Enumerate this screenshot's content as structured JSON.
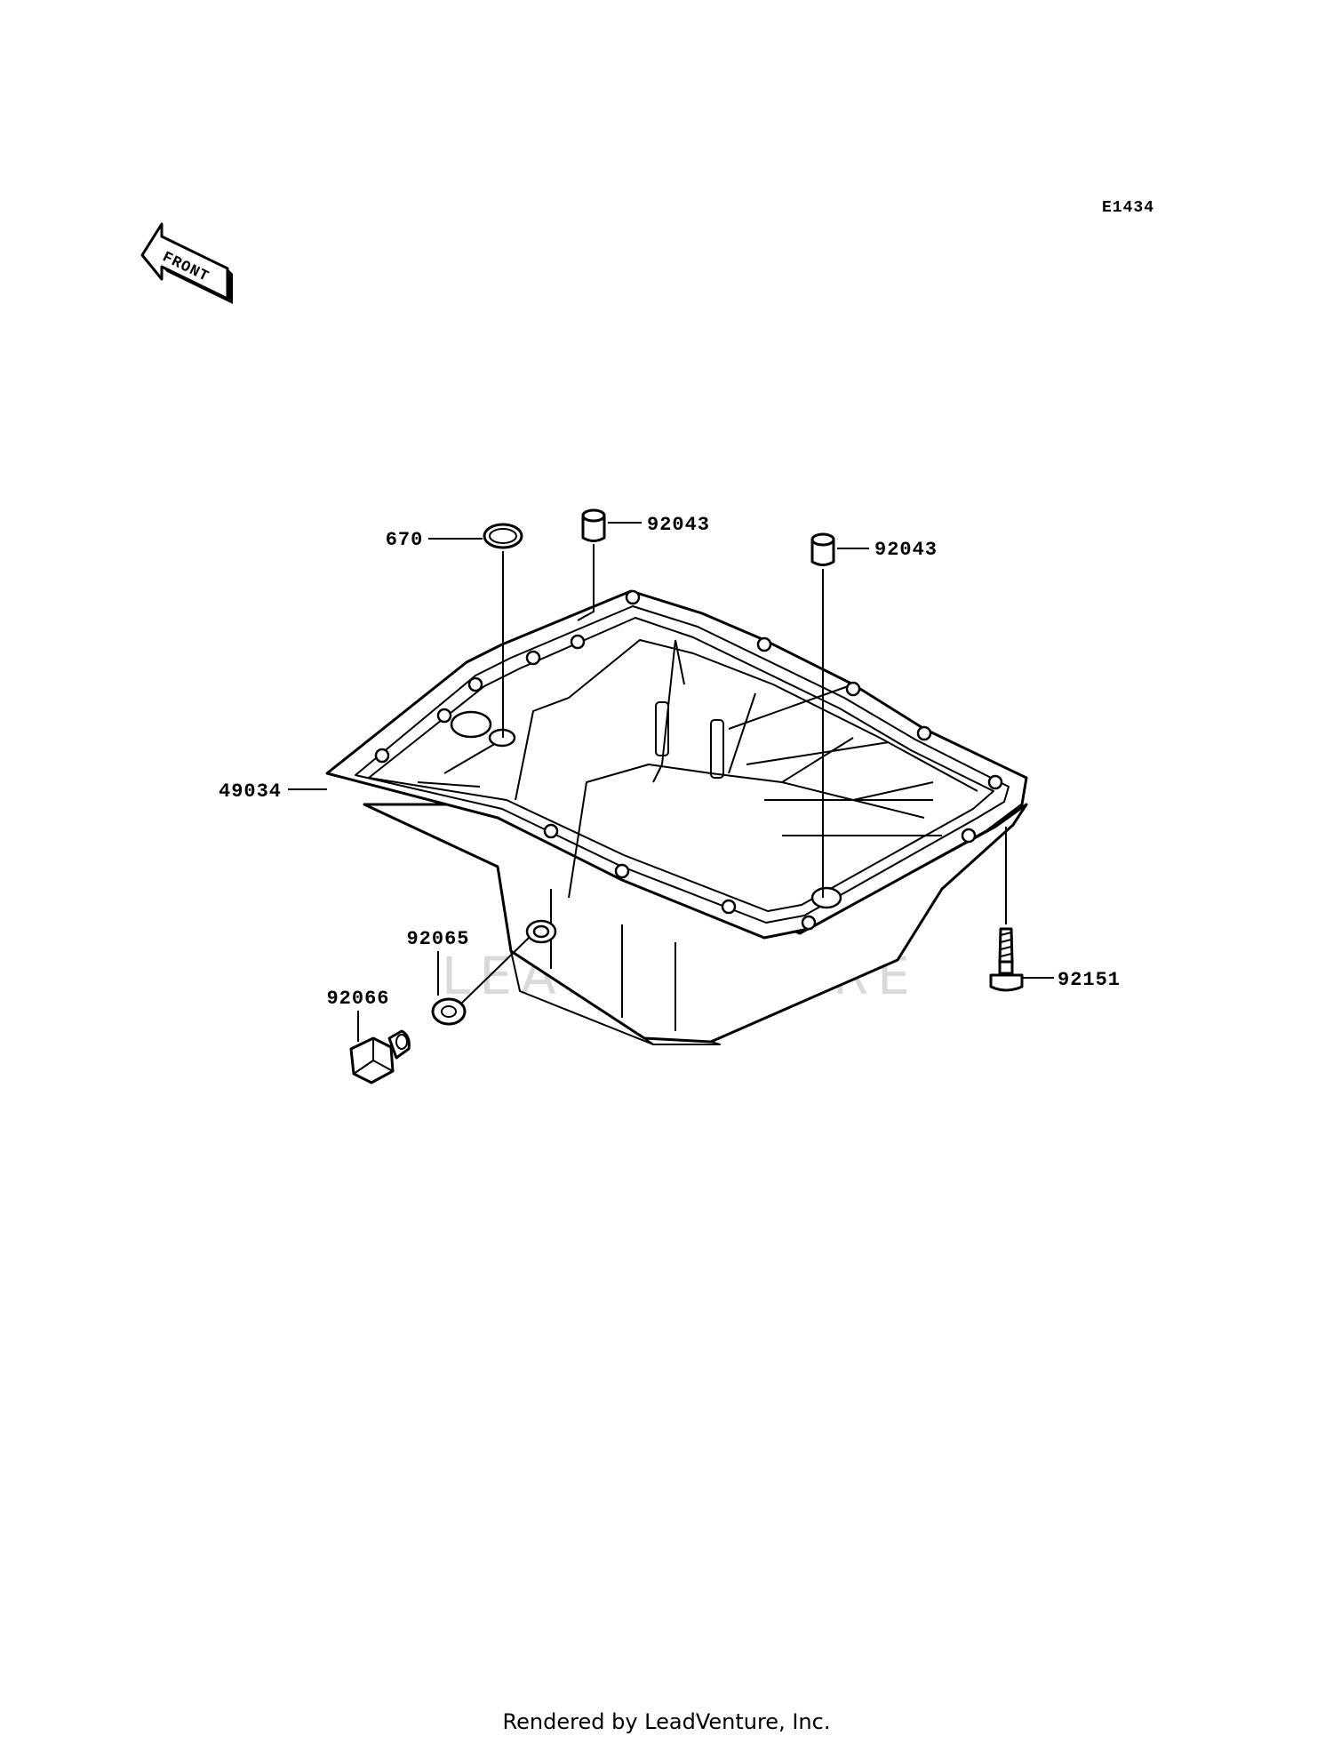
{
  "diagram_id": "E1434",
  "direction_label": "FRONT",
  "watermark": "LEADVENTURE",
  "footer": "Rendered by LeadVenture, Inc.",
  "callouts": {
    "oring": "670",
    "dowel_left": "92043",
    "dowel_right": "92043",
    "oil_pan": "49034",
    "washer": "92065",
    "drain_plug": "92066",
    "bolt": "92151"
  }
}
